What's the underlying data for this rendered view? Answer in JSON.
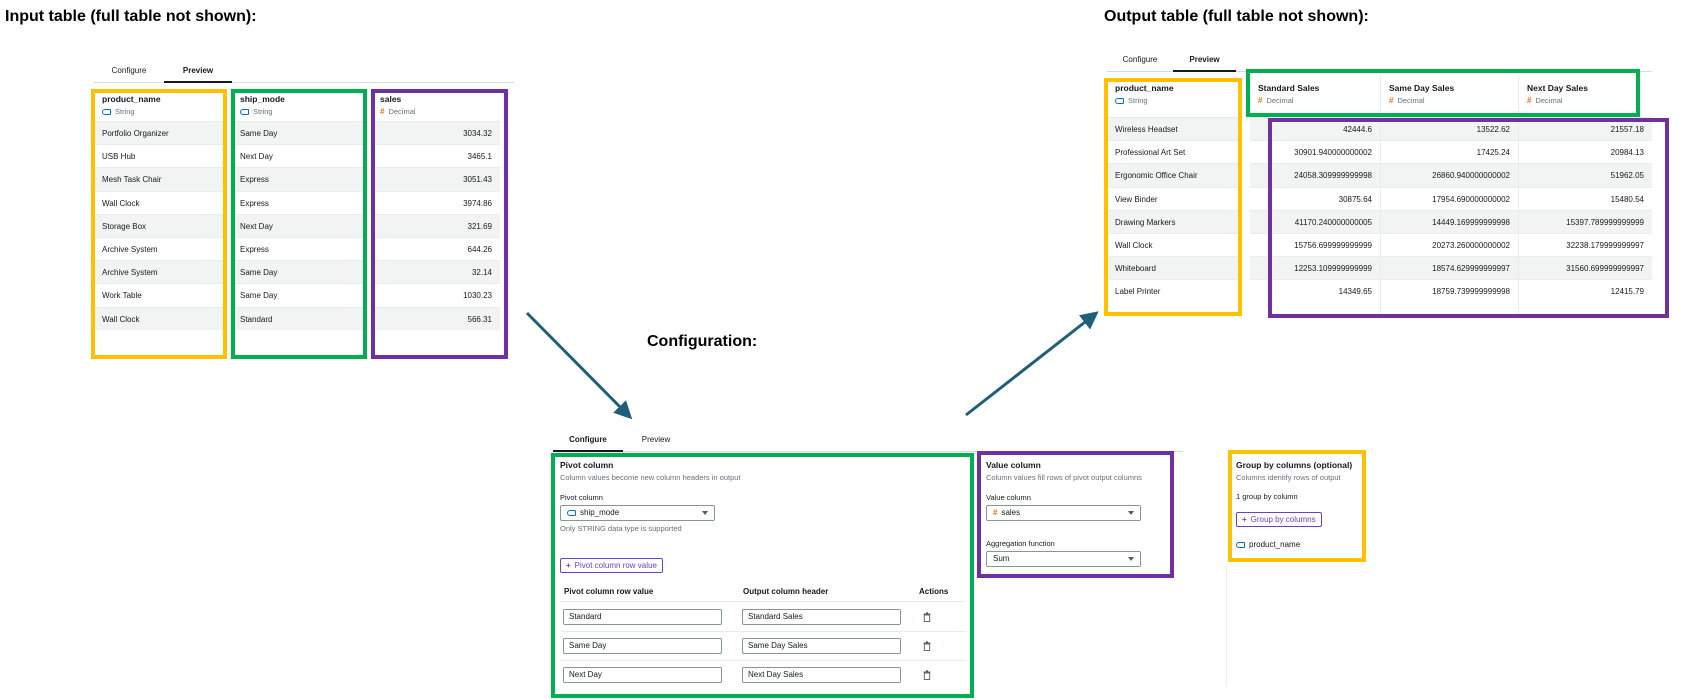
{
  "titles": {
    "input": "Input table (full table not shown):",
    "output": "Output table (full table not shown):",
    "config": "Configuration:"
  },
  "tabs": {
    "configure": "Configure",
    "preview": "Preview"
  },
  "input_table": {
    "columns": [
      {
        "name": "product_name",
        "type": "String",
        "icon": "string-tag-icon"
      },
      {
        "name": "ship_mode",
        "type": "String",
        "icon": "string-tag-icon"
      },
      {
        "name": "sales",
        "type": "Decimal",
        "icon": "hash-icon"
      }
    ],
    "rows": [
      [
        "Portfolio Organizer",
        "Same Day",
        "3034.32"
      ],
      [
        "USB Hub",
        "Next Day",
        "3465.1"
      ],
      [
        "Mesh Task Chair",
        "Express",
        "3051.43"
      ],
      [
        "Wall Clock",
        "Express",
        "3974.86"
      ],
      [
        "Storage Box",
        "Next Day",
        "321.69"
      ],
      [
        "Archive System",
        "Express",
        "644.26"
      ],
      [
        "Archive System",
        "Same Day",
        "32.14"
      ],
      [
        "Work Table",
        "Same Day",
        "1030.23"
      ],
      [
        "Wall Clock",
        "Standard",
        "566.31"
      ]
    ]
  },
  "output_table": {
    "columns": [
      {
        "name": "product_name",
        "type": "String",
        "icon": "string-tag-icon"
      },
      {
        "name": "Standard Sales",
        "type": "Decimal",
        "icon": "hash-icon"
      },
      {
        "name": "Same Day Sales",
        "type": "Decimal",
        "icon": "hash-icon"
      },
      {
        "name": "Next Day Sales",
        "type": "Decimal",
        "icon": "hash-icon"
      }
    ],
    "rows": [
      [
        "Wireless Headset",
        "42444.6",
        "13522.62",
        "21557.18"
      ],
      [
        "Professional Art Set",
        "30901.940000000002",
        "17425.24",
        "20984.13"
      ],
      [
        "Ergonomic Office Chair",
        "24058.309999999998",
        "26860.940000000002",
        "51962.05"
      ],
      [
        "View Binder",
        "30875.64",
        "17954.690000000002",
        "15480.54"
      ],
      [
        "Drawing Markers",
        "41170.240000000005",
        "14449.169999999998",
        "15397.789999999999"
      ],
      [
        "Wall Clock",
        "15756.699999999999",
        "20273.260000000002",
        "32238.179999999997"
      ],
      [
        "Whiteboard",
        "12253.109999999999",
        "18574.629999999997",
        "31560.699999999997"
      ],
      [
        "Label Printer",
        "14349.65",
        "18759.739999999998",
        "12415.79"
      ]
    ]
  },
  "config": {
    "pivot": {
      "heading": "Pivot column",
      "description": "Column values become new column headers in output",
      "field_label": "Pivot column",
      "selected": "ship_mode",
      "hint": "Only STRING data type is supported",
      "add_button": "Pivot column row value",
      "table_headers": [
        "Pivot column row value",
        "Output column header",
        "Actions"
      ],
      "rows": [
        {
          "value": "Standard",
          "header": "Standard Sales"
        },
        {
          "value": "Same Day",
          "header": "Same Day Sales"
        },
        {
          "value": "Next Day",
          "header": "Next Day Sales"
        }
      ]
    },
    "value": {
      "heading": "Value column",
      "description": "Column values fill rows of pivot output columns",
      "field_label": "Value column",
      "selected": "sales",
      "agg_label": "Aggregation function",
      "agg_selected": "Sum"
    },
    "groupby": {
      "heading": "Group by columns (optional)",
      "description": "Columns identify rows of output",
      "count_text": "1 group by column",
      "add_button": "Group by columns",
      "item": "product_name"
    }
  },
  "colors": {
    "highlight_yellow": "#ffc000",
    "highlight_green": "#00b050",
    "highlight_purple": "#7030a0",
    "arrow": "#1f5f7a",
    "button_accent": "#6b40c4"
  }
}
